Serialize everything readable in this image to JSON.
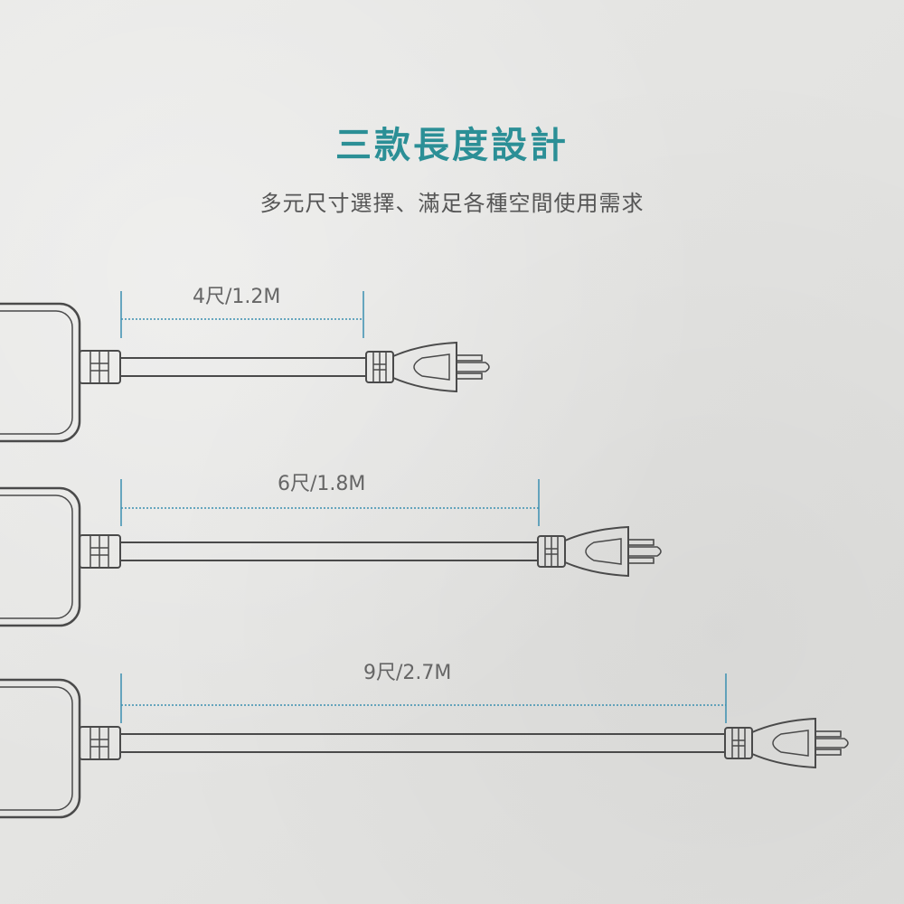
{
  "header": {
    "title": "三款長度設計",
    "subtitle": "多元尺寸選擇、滿足各種空間使用需求"
  },
  "cords": [
    {
      "label": "4尺/1.2M",
      "length_m": 1.2
    },
    {
      "label": "6尺/1.8M",
      "length_m": 1.8
    },
    {
      "label": "9尺/2.7M",
      "length_m": 2.7
    }
  ],
  "colors": {
    "accent": "#2b8f96",
    "line": "#4a4a4a",
    "dimension": "#3a8fb0"
  }
}
